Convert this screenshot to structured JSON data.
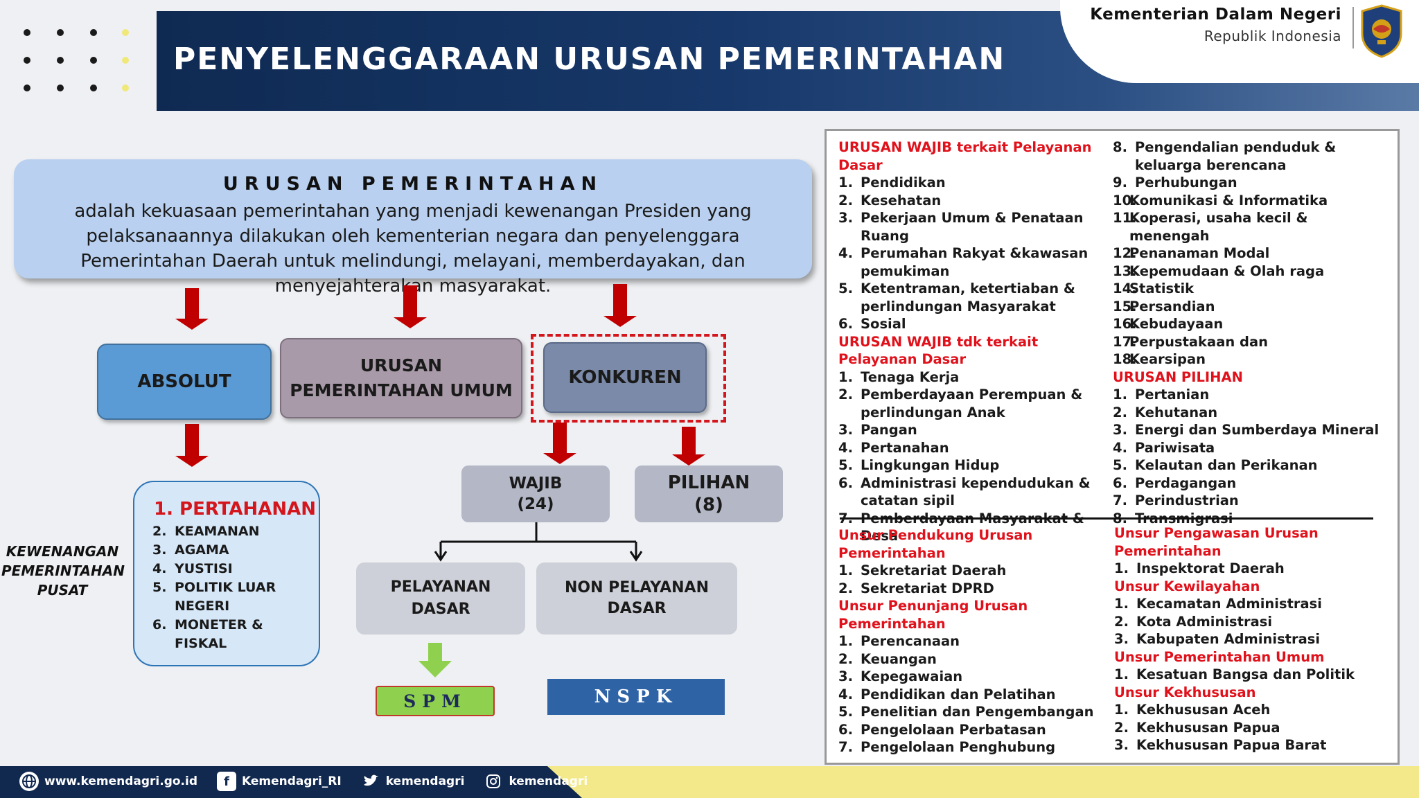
{
  "header": {
    "title": "PENYELENGGARAAN URUSAN PEMERINTAHAN",
    "ministry_name": "Kementerian Dalam Negeri",
    "ministry_sub": "Republik Indonesia",
    "dark_color": "#11294f",
    "accent_color": "#f4e98a"
  },
  "definition": {
    "title": "URUSAN PEMERINTAHAN",
    "text": "adalah kekuasaan pemerintahan yang menjadi kewenangan Presiden yang pelaksanaannya dilakukan oleh kementerian negara dan penyelenggara Pemerintahan Daerah untuk melindungi, melayani, memberdayakan, dan menyejahterakan masyarakat."
  },
  "diagram": {
    "absolut": "ABSOLUT",
    "umum": "URUSAN\nPEMERINTAHAN UMUM",
    "konkuren": "KONKUREN",
    "wajib": "WAJIB\n(24)",
    "pilihan": "PILIHAN\n(8)",
    "pelayanan_dasar": "PELAYANAN\nDASAR",
    "non_pelayanan_dasar": "NON PELAYANAN\nDASAR",
    "spm": "SPM",
    "nspk": "NSPK",
    "absolut_list_first": "1. PERTAHANAN",
    "absolut_list": [
      {
        "num": "2.",
        "text": "KEAMANAN"
      },
      {
        "num": "3.",
        "text": "AGAMA"
      },
      {
        "num": "4.",
        "text": "YUSTISI"
      },
      {
        "num": "5.",
        "text": "POLITIK LUAR NEGERI"
      },
      {
        "num": "6.",
        "text": "MONETER & FISKAL"
      }
    ],
    "pusat_label": "KEWENANGAN\nPEMERINTAHAN\nPUSAT",
    "arrow_color": "#c00000",
    "green_arrow_color": "#8fd14f"
  },
  "panel": {
    "col1": [
      {
        "h": "URUSAN WAJIB terkait Pelayanan Dasar"
      },
      {
        "num": "1.",
        "text": "Pendidikan"
      },
      {
        "num": "2.",
        "text": "Kesehatan"
      },
      {
        "num": "3.",
        "text": "Pekerjaan Umum & Penataan Ruang"
      },
      {
        "num": "4.",
        "text": "Perumahan Rakyat &kawasan pemukiman"
      },
      {
        "num": "5.",
        "text": "Ketentraman, ketertiaban & perlindungan Masyarakat"
      },
      {
        "num": "6.",
        "text": "Sosial"
      },
      {
        "h": "URUSAN WAJIB tdk terkait Pelayanan Dasar"
      },
      {
        "num": "1.",
        "text": "Tenaga Kerja"
      },
      {
        "num": "2.",
        "text": "Pemberdayaan Perempuan & perlindungan Anak"
      },
      {
        "num": "3.",
        "text": "Pangan"
      },
      {
        "num": "4.",
        "text": "Pertanahan"
      },
      {
        "num": "5.",
        "text": "Lingkungan Hidup"
      },
      {
        "num": "6.",
        "text": "Administrasi kependudukan & catatan sipil"
      },
      {
        "num": "7.",
        "text": "Pemberdayaan Masyarakat & Desa"
      }
    ],
    "col2": [
      {
        "num": "8.",
        "text": "Pengendalian penduduk & keluarga berencana"
      },
      {
        "num": "9.",
        "text": "Perhubungan"
      },
      {
        "num": "10.",
        "text": "Komunikasi & Informatika"
      },
      {
        "num": "11.",
        "text": "Koperasi, usaha kecil & menengah"
      },
      {
        "num": "12.",
        "text": "Penanaman Modal"
      },
      {
        "num": "13.",
        "text": "Kepemudaan & Olah raga"
      },
      {
        "num": "14.",
        "text": "Statistik"
      },
      {
        "num": "15.",
        "text": "Persandian"
      },
      {
        "num": "16.",
        "text": "Kebudayaan"
      },
      {
        "num": "17.",
        "text": "Perpustakaan dan"
      },
      {
        "num": "18.",
        "text": "Kearsipan"
      },
      {
        "h": "URUSAN PILIHAN"
      },
      {
        "num": "1.",
        "text": "Pertanian"
      },
      {
        "num": "2.",
        "text": "Kehutanan"
      },
      {
        "num": "3.",
        "text": "Energi dan Sumberdaya Mineral"
      },
      {
        "num": "4.",
        "text": "Pariwisata"
      },
      {
        "num": "5.",
        "text": "Kelautan dan Perikanan"
      },
      {
        "num": "6.",
        "text": "Perdagangan"
      },
      {
        "num": "7.",
        "text": "Perindustrian"
      },
      {
        "num": "8.",
        "text": "Transmigrasi"
      }
    ],
    "col3": [
      {
        "h": "Unsur Pendukung Urusan Pemerintahan"
      },
      {
        "num": "1.",
        "text": "Sekretariat Daerah"
      },
      {
        "num": "2.",
        "text": "Sekretariat DPRD"
      },
      {
        "h": "Unsur Penunjang Urusan Pemerintahan"
      },
      {
        "num": "1.",
        "text": "Perencanaan"
      },
      {
        "num": "2.",
        "text": "Keuangan"
      },
      {
        "num": "3.",
        "text": "Kepegawaian"
      },
      {
        "num": "4.",
        "text": "Pendidikan dan Pelatihan"
      },
      {
        "num": "5.",
        "text": "Penelitian dan Pengembangan"
      },
      {
        "num": "6.",
        "text": "Pengelolaan Perbatasan"
      },
      {
        "num": "7.",
        "text": "Pengelolaan Penghubung"
      }
    ],
    "col4": [
      {
        "h": "Unsur Pengawasan Urusan Pemerintahan"
      },
      {
        "num": "1.",
        "text": "Inspektorat Daerah"
      },
      {
        "h": "Unsur Kewilayahan"
      },
      {
        "num": "1.",
        "text": "Kecamatan Administrasi"
      },
      {
        "num": "2.",
        "text": "Kota Administrasi"
      },
      {
        "num": "3.",
        "text": "Kabupaten Administrasi"
      },
      {
        "h": "Unsur Pemerintahan Umum"
      },
      {
        "num": "1.",
        "text": "Kesatuan Bangsa dan Politik"
      },
      {
        "h": "Unsur Kekhususan"
      },
      {
        "num": "1.",
        "text": "Kekhususan Aceh"
      },
      {
        "num": "2.",
        "text": "Kekhususan Papua"
      },
      {
        "num": "3.",
        "text": "Kekhususan Papua Barat"
      }
    ]
  },
  "footer": {
    "website": "www.kemendagri.go.id",
    "facebook": "Kemendagri_RI",
    "twitter": "kemendagri",
    "instagram": "kemendagri"
  }
}
